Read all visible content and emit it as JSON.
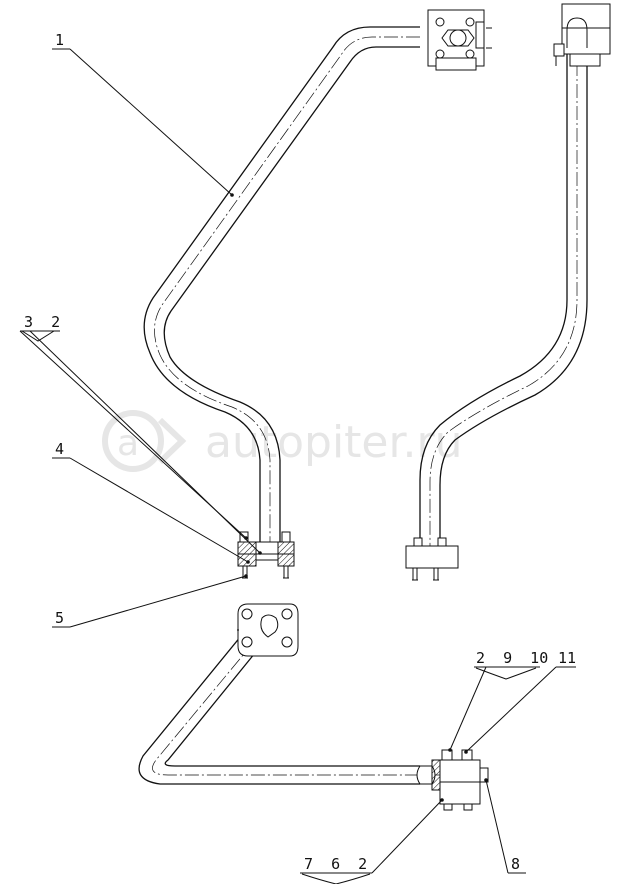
{
  "watermark": {
    "text": "autopiter.ru",
    "color": "#e6e6e6"
  },
  "callouts": {
    "c1": "1",
    "c32": "3  2",
    "c4": "4",
    "c5": "5",
    "c2910": "2  9  10",
    "c11": "11",
    "c762": "7  6  2",
    "c8": "8"
  }
}
